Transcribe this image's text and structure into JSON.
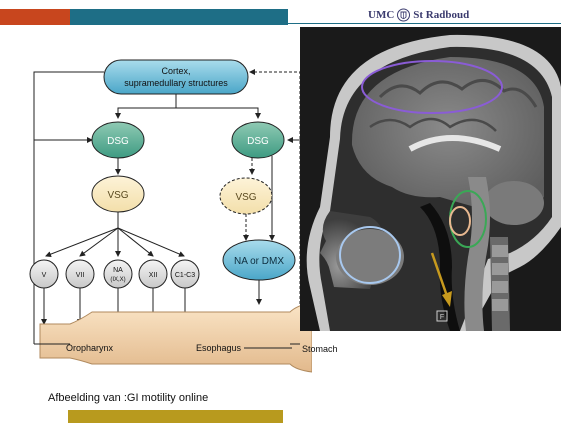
{
  "header": {
    "logo_text_left": "UMC",
    "logo_text_right": "St Radboud",
    "colors": {
      "red": "#c8461e",
      "teal": "#1e6e86",
      "gold": "#b89a1e"
    }
  },
  "diagram": {
    "cortex_line1": "Cortex,",
    "cortex_line2": "supramedullary structures",
    "dsg_left": "DSG",
    "dsg_right": "DSG",
    "vsg_left": "VSG",
    "vsg_right": "VSG",
    "nuclei": [
      "V",
      "VII",
      "NA",
      "XII",
      "C1-C3"
    ],
    "nuclei_sub": "(IX,X)",
    "na_dmx": "NA or DMX",
    "oropharynx": "Oropharynx",
    "esophagus": "Esophagus",
    "stomach": "Stomach"
  },
  "mri": {
    "marker": "F",
    "ellipse_colors": [
      "#8a5cd6",
      "#3aa856",
      "#e8b890",
      "#a8c8ee",
      "#c79a1e"
    ]
  },
  "caption": "Afbeelding van :GI motility online"
}
